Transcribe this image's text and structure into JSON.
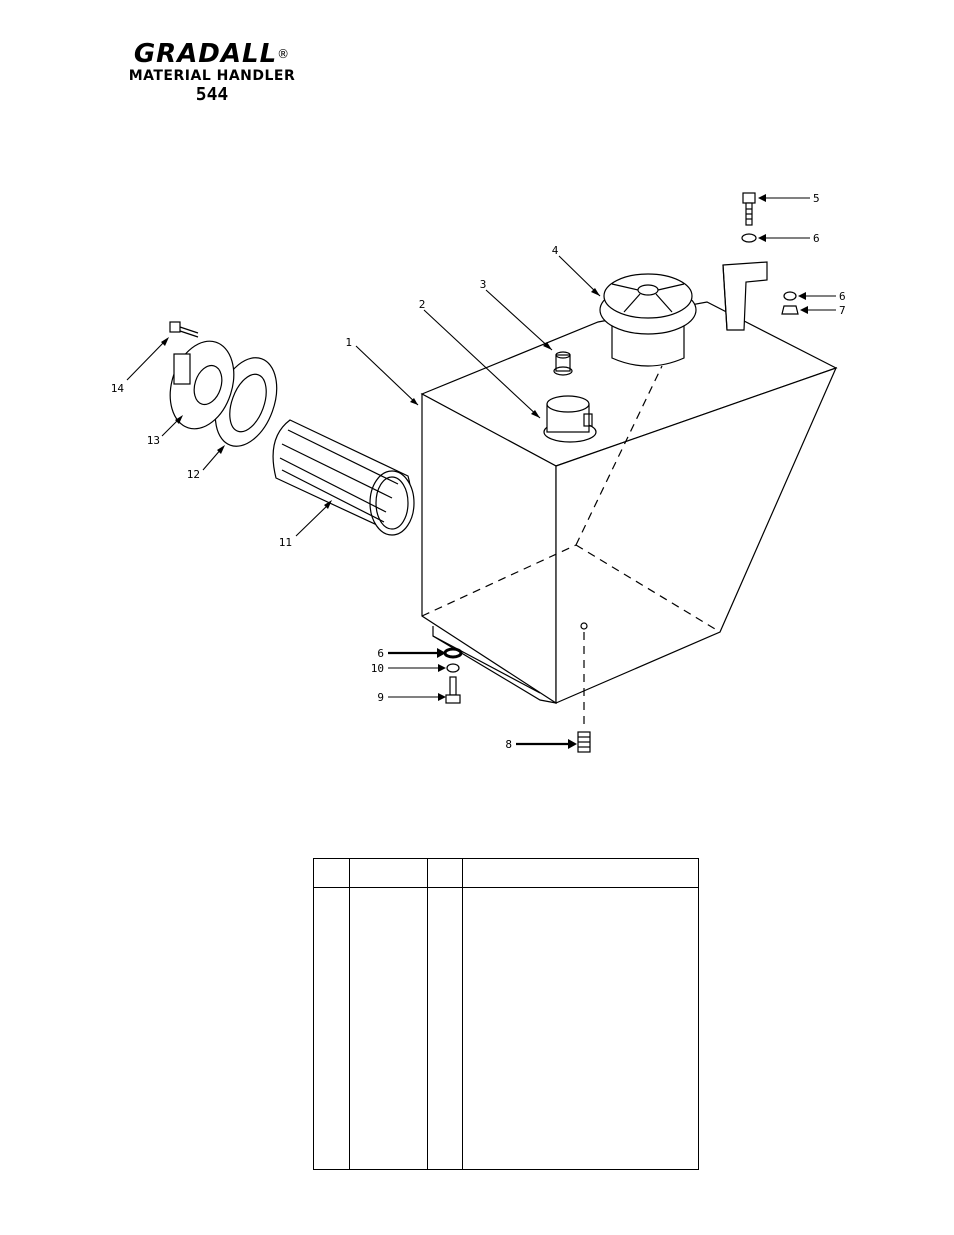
{
  "header": {
    "brand": "GRADALL",
    "registered_mark": "®",
    "subtitle": "MATERIAL HANDLER",
    "model": "544"
  },
  "callouts": [
    {
      "id": "c1",
      "label": "1"
    },
    {
      "id": "c2",
      "label": "2"
    },
    {
      "id": "c3",
      "label": "3"
    },
    {
      "id": "c4",
      "label": "4"
    },
    {
      "id": "c5",
      "label": "5"
    },
    {
      "id": "c6a",
      "label": "6"
    },
    {
      "id": "c6b",
      "label": "6"
    },
    {
      "id": "c7",
      "label": "7"
    },
    {
      "id": "c6c",
      "label": "6"
    },
    {
      "id": "c10",
      "label": "10"
    },
    {
      "id": "c9",
      "label": "9"
    },
    {
      "id": "c8",
      "label": "8"
    },
    {
      "id": "c11",
      "label": "11"
    },
    {
      "id": "c12",
      "label": "12"
    },
    {
      "id": "c13",
      "label": "13"
    },
    {
      "id": "c14",
      "label": "14"
    }
  ],
  "parts_table": {
    "columns": [
      "",
      "",
      "",
      ""
    ],
    "rows": []
  }
}
